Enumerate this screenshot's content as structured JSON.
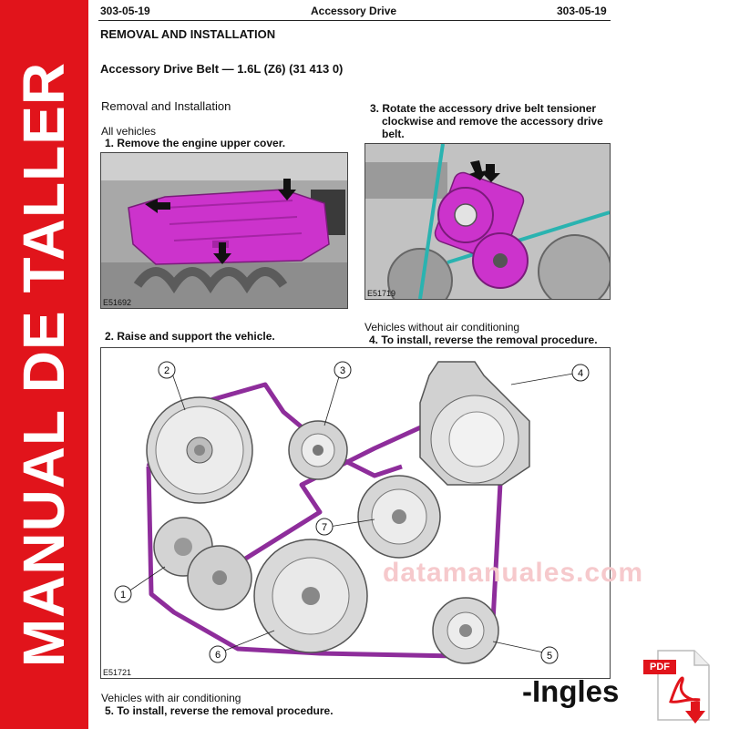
{
  "side_banner": "MANUAL DE TALLER",
  "header": {
    "left_code": "303-05-19",
    "title": "Accessory Drive",
    "right_code": "303-05-19"
  },
  "section_title": "REMOVAL AND INSTALLATION",
  "belt_title": "Accessory Drive Belt — 1.6L (Z6) (31 413 0)",
  "subsection": "Removal and Installation",
  "all_vehicles": "All vehicles",
  "step1": "1. Remove the engine upper cover.",
  "step2": "2. Raise and support the vehicle.",
  "step3": {
    "line1": "3. Rotate the accessory drive belt tensioner",
    "line2": "clockwise and remove the accessory drive",
    "line3": "belt."
  },
  "no_ac_label": "Vehicles without air conditioning",
  "step4": "4. To install, reverse the removal procedure.",
  "ac_label": "Vehicles with air conditioning",
  "step5": "5. To install, reverse the removal procedure.",
  "figures": {
    "fig1_id": "E51692",
    "fig2_id": "E51719",
    "fig3_id": "E51721"
  },
  "callouts": [
    "1",
    "2",
    "3",
    "4",
    "5",
    "6",
    "7"
  ],
  "watermark": "datamanuales.com",
  "language_tag": "-Ingles",
  "pdf_badge": "PDF",
  "colors": {
    "banner": "#e1141b",
    "highlight": "#cc33cc",
    "belt": "#8e2d9b"
  }
}
